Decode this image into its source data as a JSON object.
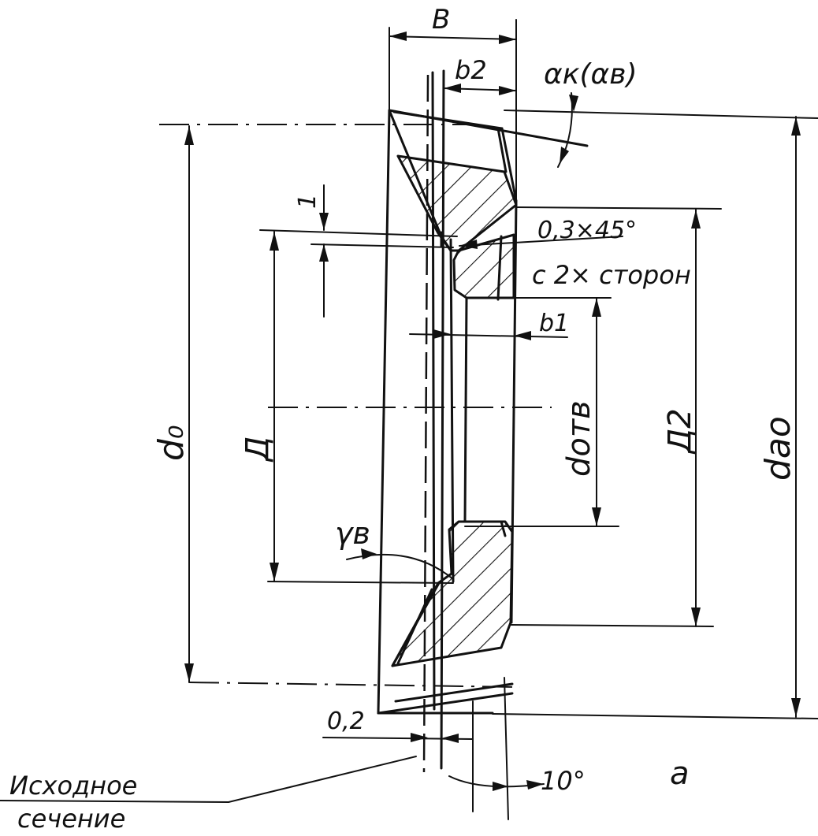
{
  "labels": {
    "B": "B",
    "b2": "b2",
    "alpha_k": "αк(αв)",
    "one": "1",
    "chamfer": "0,3×45°",
    "both_sides": "с 2× сторон",
    "b1": "b1",
    "d_o": "d₀",
    "D": "Д",
    "d_otv": "dотв",
    "D2": "Д2",
    "d_ao": "dао",
    "gamma_v": "γв",
    "dim_02": "0,2",
    "angle_10": "10°",
    "fig_letter": "а",
    "source_section_line1": "Исходное",
    "source_section_line2": "сечение"
  }
}
